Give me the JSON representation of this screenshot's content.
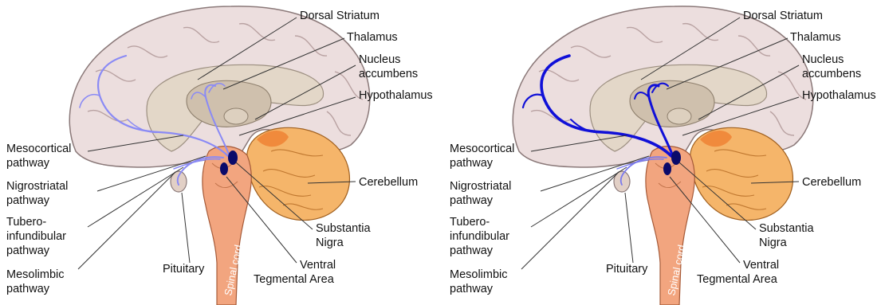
{
  "panels": [
    {
      "id": "left",
      "variant": "faint",
      "labels": {
        "dorsal_striatum": "Dorsal Striatum",
        "thalamus": "Thalamus",
        "nucleus_accumbens": [
          "Nucleus",
          "accumbens"
        ],
        "hypothalamus": "Hypothalamus",
        "mesocortical": [
          "Mesocortical",
          "pathway"
        ],
        "nigrostriatal": [
          "Nigrostriatal",
          "pathway"
        ],
        "tuberoinfundibular": [
          "Tubero-",
          "infundibular",
          "pathway"
        ],
        "mesolimbic": [
          "Mesolimbic",
          "pathway"
        ],
        "pituitary": "Pituitary",
        "cerebellum": "Cerebellum",
        "substantia_nigra": [
          "Substantia",
          "Nigra"
        ],
        "vta": [
          "Ventral",
          "Tegmental Area"
        ],
        "spinal_cord": "Spinal cord"
      }
    },
    {
      "id": "right",
      "variant": "strong",
      "labels": {
        "dorsal_striatum": "Dorsal Striatum",
        "thalamus": "Thalamus",
        "nucleus_accumbens": [
          "Nucleus",
          "accumbens"
        ],
        "hypothalamus": "Hypothalamus",
        "mesocortical": [
          "Mesocortical",
          "pathway"
        ],
        "nigrostriatal": [
          "Nigrostriatal",
          "pathway"
        ],
        "tuberoinfundibular": [
          "Tubero-",
          "infundibular",
          "pathway"
        ],
        "mesolimbic": [
          "Mesolimbic",
          "pathway"
        ],
        "pituitary": "Pituitary",
        "cerebellum": "Cerebellum",
        "substantia_nigra": [
          "Substantia",
          "Nigra"
        ],
        "vta": [
          "Ventral",
          "Tegmental Area"
        ],
        "spinal_cord": "Spinal cord"
      }
    }
  ],
  "colors": {
    "cortex": "#ecdede",
    "cortex_stroke": "#8a7878",
    "inner": "#e3d7c8",
    "striatum": "#cfc0ad",
    "midbrain": "#f2a57f",
    "cerebellum": "#f5b56a",
    "cerebellum_core": "#f08a3c",
    "pathway_faint": "#8888ff",
    "pathway_strong": "#1010d8",
    "nucleus": "#000060"
  }
}
